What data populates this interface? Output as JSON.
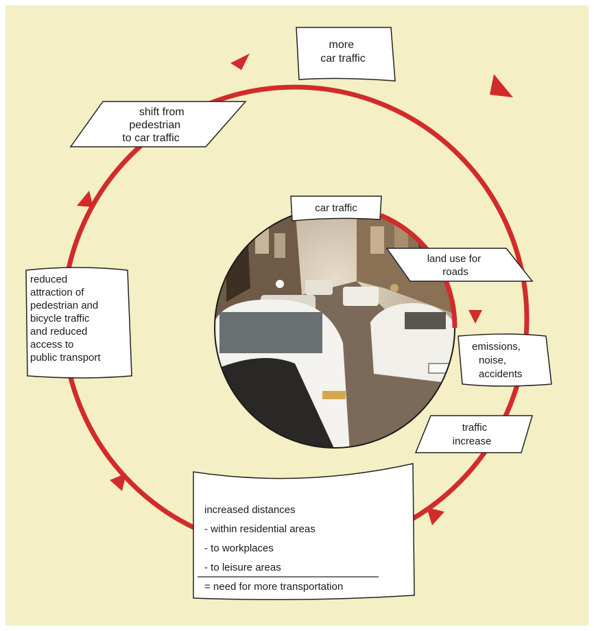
{
  "colors": {
    "background": "#f4efc4",
    "arrow": "#d22b2b",
    "box_fill": "#ffffff",
    "box_stroke": "#222222"
  },
  "photo": {
    "description_icon": "street-traffic-photo-icon"
  },
  "outer_cycle": {
    "more_car_traffic": [
      "more",
      "car traffic"
    ],
    "shift": [
      "shift from",
      "pedestrian",
      "to car traffic"
    ],
    "reduced": [
      "reduced",
      "attraction of",
      "pedestrian and",
      "bicycle traffic",
      "and reduced",
      "access to",
      "public transport"
    ],
    "distances": {
      "heading": "increased distances",
      "items": [
        "- within residential areas",
        "- to workplaces",
        "- to leisure areas"
      ],
      "result": "= need for more transportation"
    }
  },
  "inner_cycle": {
    "car_traffic": "car traffic",
    "land_use": [
      "land use for",
      "roads"
    ],
    "emissions": [
      "emissions,",
      "noise,",
      "accidents"
    ],
    "traffic_increase": [
      "traffic",
      "increase"
    ]
  }
}
